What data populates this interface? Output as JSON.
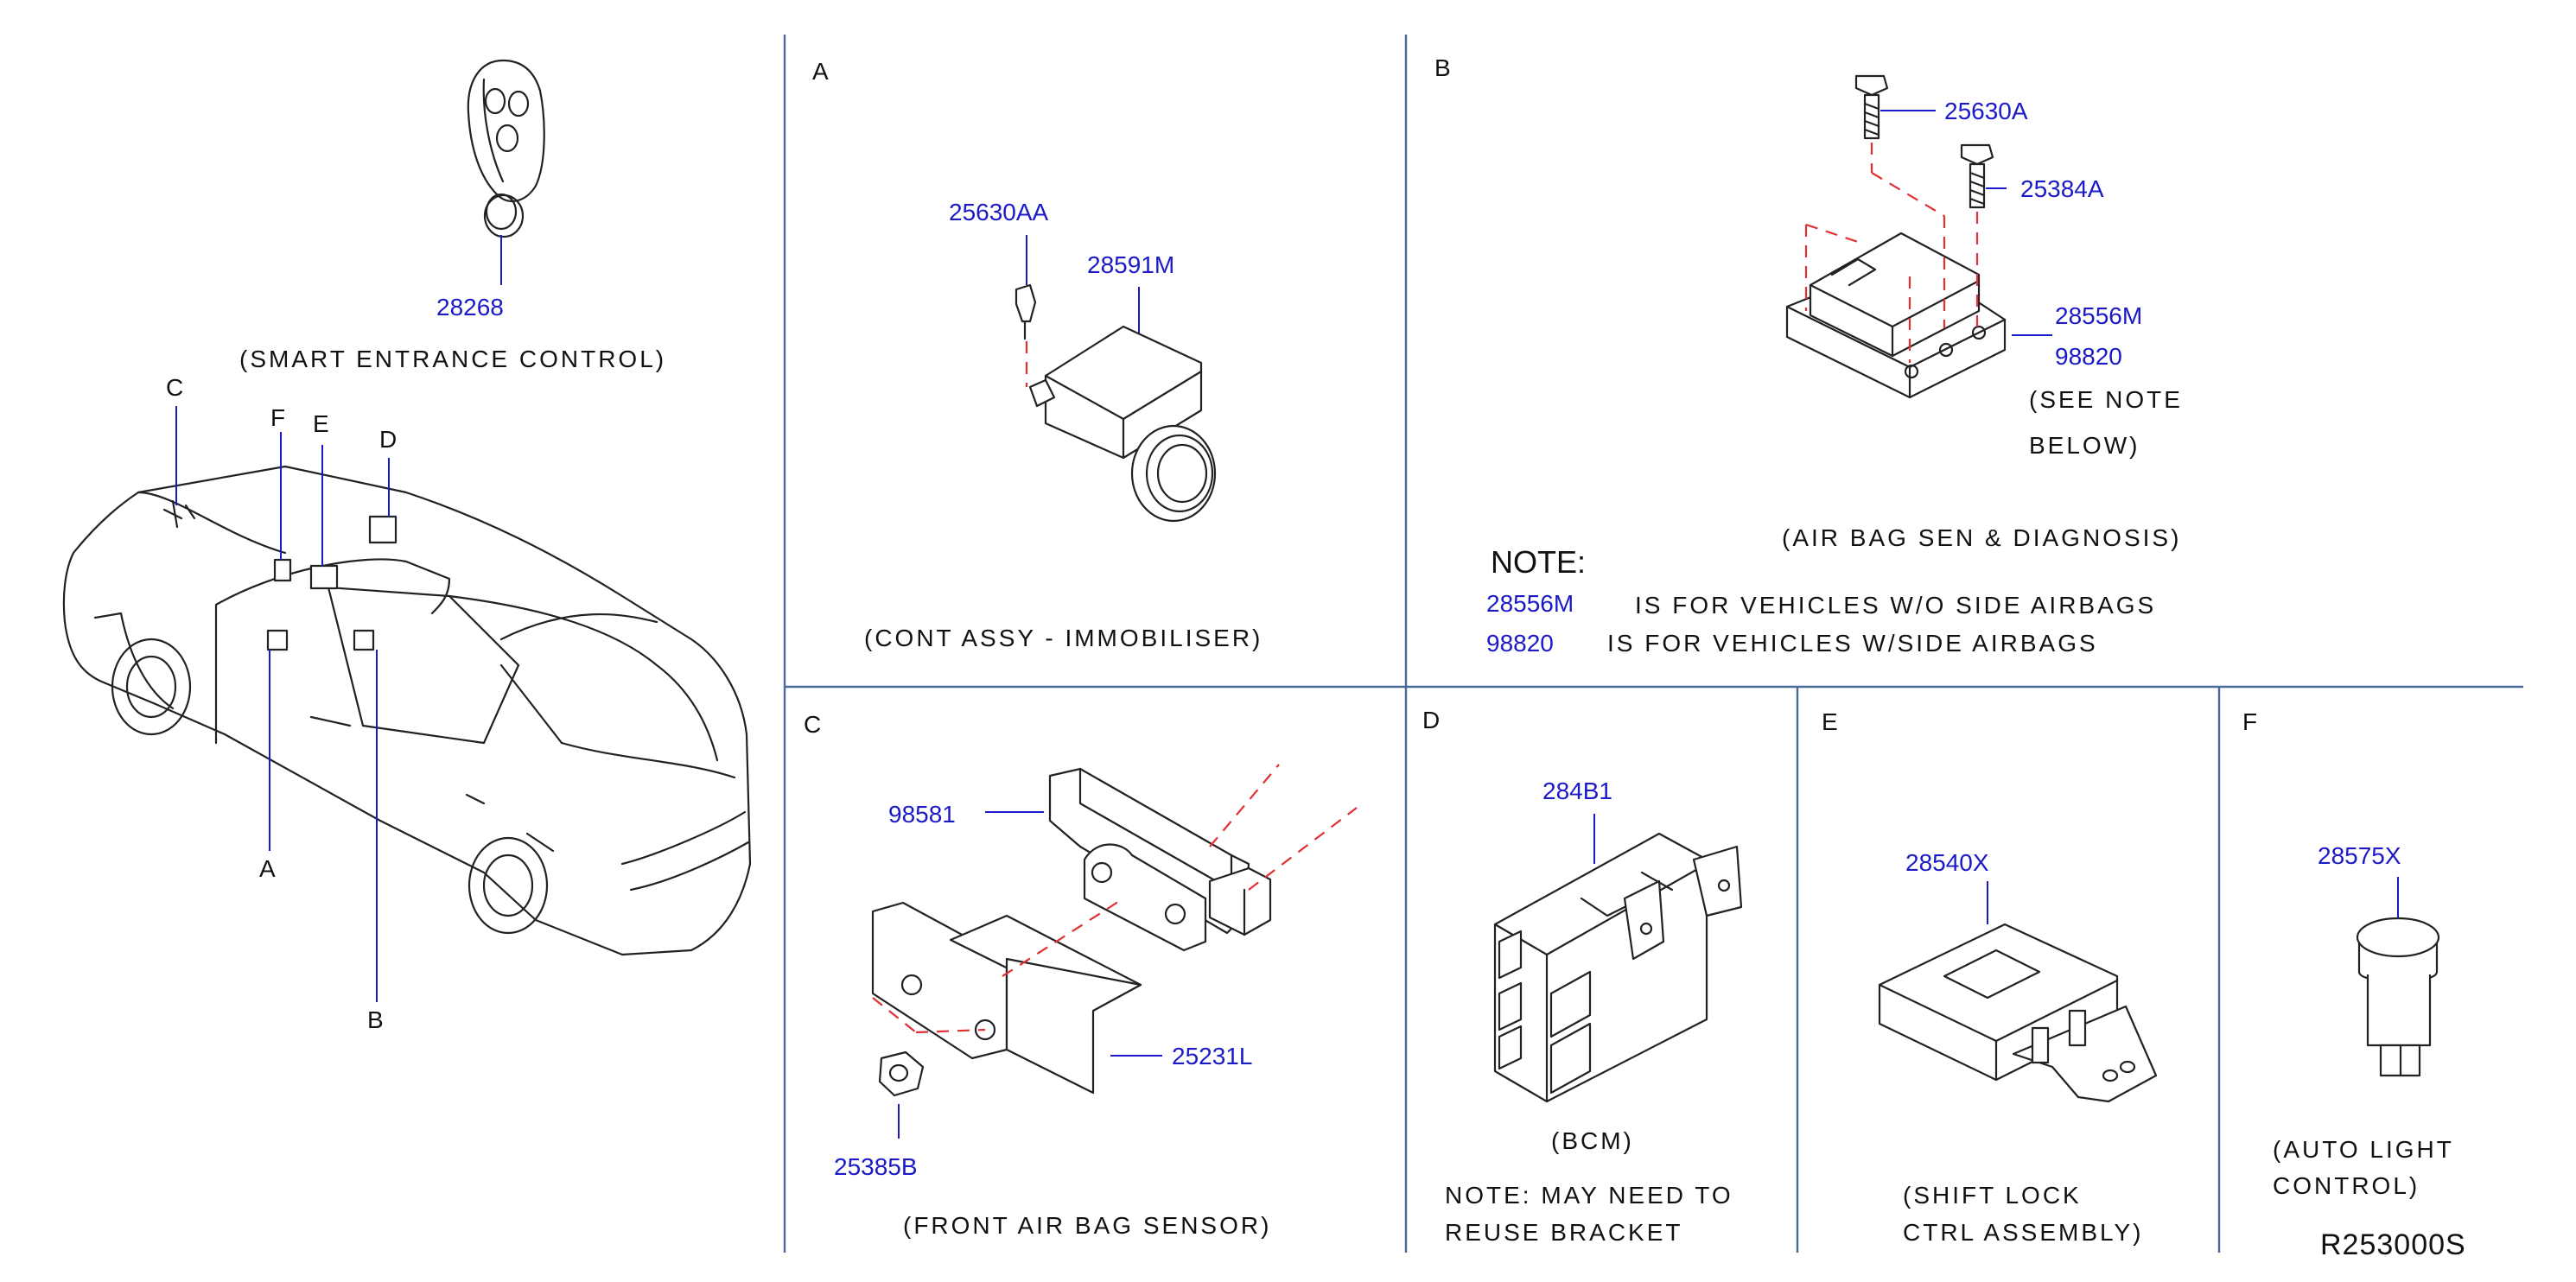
{
  "overview": {
    "part": "28268",
    "caption": "(SMART  ENTRANCE  CONTROL)",
    "letters": [
      "C",
      "F",
      "E",
      "D",
      "A",
      "B"
    ]
  },
  "sections": {
    "A": {
      "letter": "A",
      "parts": [
        "25630AA",
        "28591M"
      ],
      "caption": "(CONT  ASSY  -  IMMOBILISER)"
    },
    "B": {
      "letter": "B",
      "parts": [
        "25630A",
        "25384A",
        "28556M",
        "98820"
      ],
      "note_ref_1": "(SEE  NOTE",
      "note_ref_2": "BELOW)",
      "caption": "(AIR  BAG  SEN  &  DIAGNOSIS)"
    },
    "C": {
      "letter": "C",
      "parts": [
        "98581",
        "25231L",
        "25385B"
      ],
      "caption": "(FRONT  AIR  BAG  SENSOR)"
    },
    "D": {
      "letter": "D",
      "parts": [
        "284B1"
      ],
      "caption": "(BCM)",
      "note_1": "NOTE:  MAY  NEED  TO",
      "note_2": "REUSE  BRACKET"
    },
    "E": {
      "letter": "E",
      "parts": [
        "28540X"
      ],
      "caption_1": "(SHIFT  LOCK",
      "caption_2": "CTRL  ASSEMBLY)"
    },
    "F": {
      "letter": "F",
      "parts": [
        "28575X"
      ],
      "caption_1": "(AUTO  LIGHT",
      "caption_2": "CONTROL)"
    }
  },
  "note": {
    "title": "NOTE:",
    "rows": [
      {
        "part": "28556M",
        "text": "IS  FOR  VEHICLES  W/O  SIDE  AIRBAGS"
      },
      {
        "part": "98820",
        "text": "IS  FOR  VEHICLES  W/SIDE  AIRBAGS"
      }
    ]
  },
  "reference": "R253000S"
}
